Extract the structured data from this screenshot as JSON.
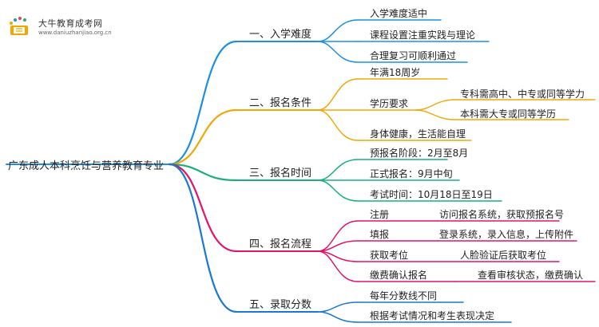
{
  "logo": {
    "title": "大牛教育成考网",
    "url": "www.daniuzhanjiao.org.cn"
  },
  "root": "广东成人本科烹饪与营养教育专业",
  "colors": {
    "c1": "#1e8fe0",
    "c2": "#f0a808",
    "c3": "#18b07a",
    "c4": "#e0156b",
    "c5": "#1a78d0"
  },
  "sections": [
    {
      "label": "一、入学难度",
      "items": [
        {
          "label": "入学难度适中"
        },
        {
          "label": "课程设置注重实践与理论"
        },
        {
          "label": "合理复习可顺利通过"
        }
      ]
    },
    {
      "label": "二、报名条件",
      "items": [
        {
          "label": "年满18周岁"
        },
        {
          "label": "学历要求",
          "children": [
            "专科需高中、中专或同等学力",
            "本科需大专或同等学历"
          ]
        },
        {
          "label": "身体健康，生活能自理"
        }
      ]
    },
    {
      "label": "三、报名时间",
      "items": [
        {
          "label": "预报名阶段：2月至8月"
        },
        {
          "label": "正式报名：9月中旬"
        },
        {
          "label": "考试时间：10月18日至19日"
        }
      ]
    },
    {
      "label": "四、报名流程",
      "items": [
        {
          "label": "注册",
          "detail": "访问报名系统，获取预报名号"
        },
        {
          "label": "填报",
          "detail": "登录系统，录入信息，上传附件"
        },
        {
          "label": "获取考位",
          "detail": "人脸验证后获取考位"
        },
        {
          "label": "缴费确认报名",
          "detail": "查看审核状态，缴费确认"
        }
      ]
    },
    {
      "label": "五、录取分数",
      "items": [
        {
          "label": "每年分数线不同"
        },
        {
          "label": "根据考试情况和考生表现决定"
        }
      ]
    }
  ]
}
